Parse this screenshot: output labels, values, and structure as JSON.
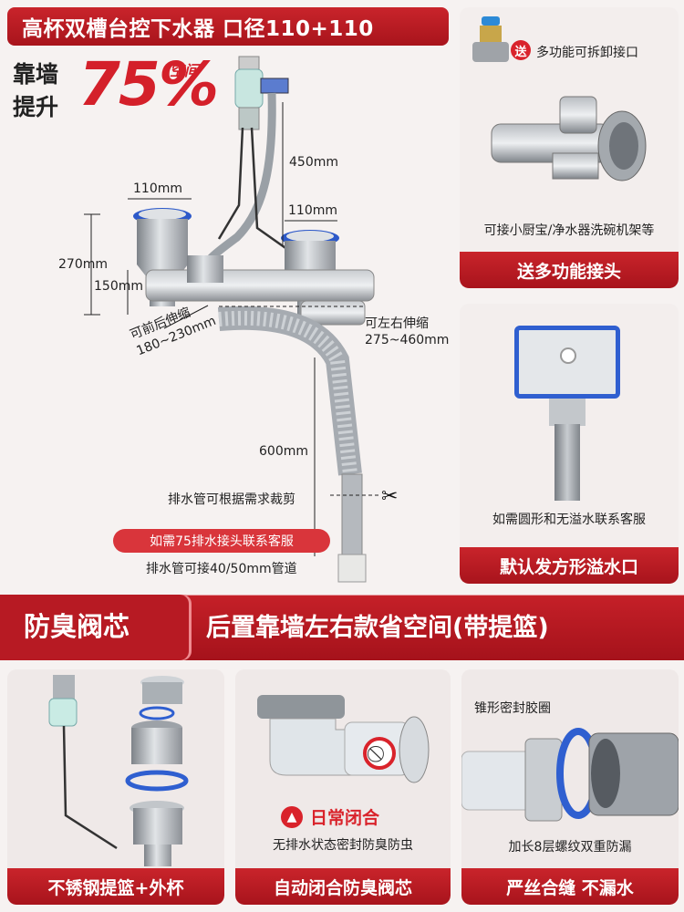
{
  "header": {
    "title": "高杯双槽台控下水器 口径110+110"
  },
  "badge": {
    "line1": "靠墙",
    "line2": "提升",
    "percent": "75%",
    "unit": "空间"
  },
  "dims": {
    "d450": "450mm",
    "d110a": "110mm",
    "d110b": "110mm",
    "d270": "270mm",
    "d150": "150mm",
    "front_back": "可前后伸缩",
    "front_back_range": "180~230mm",
    "left_right": "可左右伸缩",
    "left_right_range": "275~460mm",
    "d600": "600mm",
    "cut_note": "排水管可根据需求裁剪",
    "pill": "如需75排水接头联系客服",
    "pipe_note": "排水管可接40/50mm管道"
  },
  "right_top": {
    "gift_badge": "送",
    "gift_text": "多功能可拆卸接口",
    "caption": "可接小厨宝/净水器洗碗机架等",
    "button": "送多功能接头"
  },
  "right_mid": {
    "caption": "如需圆形和无溢水联系客服",
    "button": "默认发方形溢水口"
  },
  "band": {
    "left": "防臭阀芯",
    "right": "后置靠墙左右款省空间(带提篮)"
  },
  "bottom": {
    "p1_label": "不锈钢提篮+外杯",
    "p2_warning": "日常闭合",
    "p2_caption": "无排水状态密封防臭防虫",
    "p2_label": "自动闭合防臭阀芯",
    "p3_top": "锥形密封胶圈",
    "p3_caption": "加长8层螺纹双重防漏",
    "p3_label": "严丝合缝 不漏水"
  },
  "colors": {
    "brand_red": "#c01f27",
    "ring_blue": "#2f5fd0"
  },
  "icons": [
    "scissors-icon",
    "warning-icon",
    "no-bug-icon"
  ]
}
